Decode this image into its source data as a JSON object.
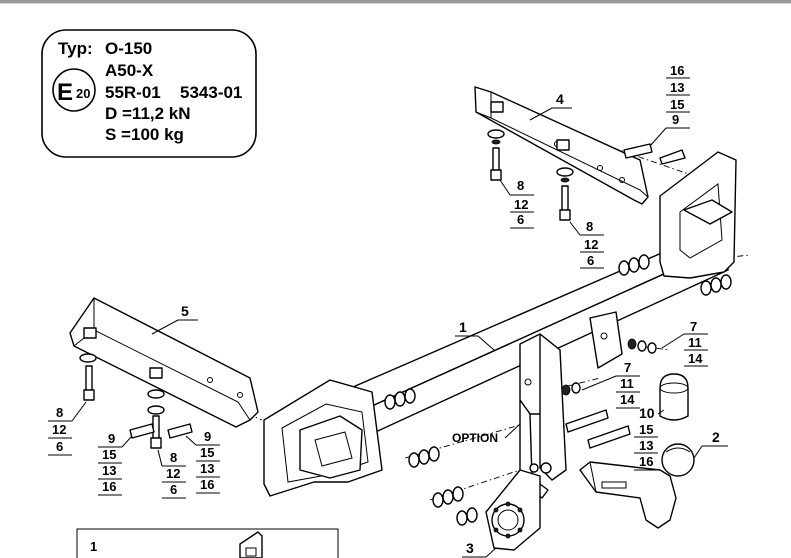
{
  "plate": {
    "typ_label": "Typ:",
    "typ_value": "O-150",
    "model": "A50-X",
    "e_mark_letter": "E",
    "e_mark_number": "20",
    "approval_reg": "55R-01",
    "approval_no": "5343-01",
    "d_value": "D =11,2 kN",
    "s_value": "S =100 kg"
  },
  "parts": {
    "p1": "1",
    "p2": "2",
    "p3": "3",
    "p4": "4",
    "p5": "5",
    "p10": "10",
    "option": "OPTION"
  },
  "stacks": {
    "tr": [
      "16",
      "13",
      "15",
      "9"
    ],
    "top_a": [
      "8",
      "12",
      "6"
    ],
    "top_b": [
      "8",
      "12",
      "6"
    ],
    "mid_a": [
      "7",
      "11",
      "14"
    ],
    "mid_b": [
      "7",
      "11",
      "14"
    ],
    "right_bolts": [
      "15",
      "13",
      "16"
    ],
    "left": [
      "8",
      "12",
      "6"
    ],
    "bl_a": [
      "9",
      "15",
      "13",
      "16"
    ],
    "bl_b": [
      "8",
      "12",
      "6"
    ],
    "bl_c": [
      "9",
      "15",
      "13",
      "16"
    ]
  },
  "legend": {
    "item1": "1"
  }
}
